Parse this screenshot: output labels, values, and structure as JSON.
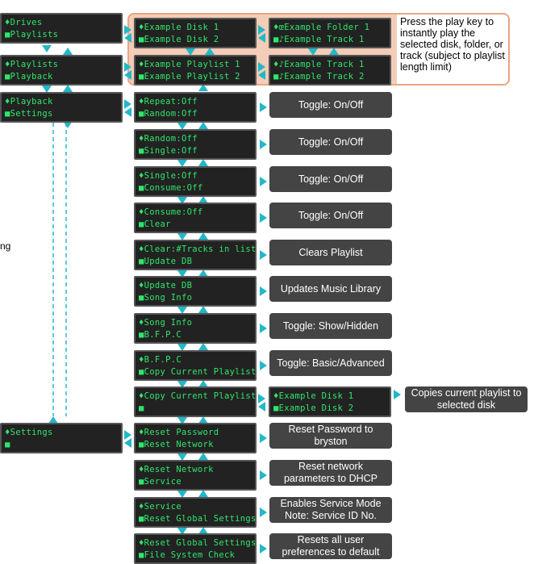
{
  "colors": {
    "lcd_text": "#2ee66b",
    "lcd_bg": "#222222",
    "arrow": "#22b8c8",
    "note_bg": "#444444",
    "callout_bg": "#f3cdb7",
    "callout_border": "#e8a585"
  },
  "left_screens": [
    {
      "l1": "♦Drives",
      "l2": "■Playlists"
    },
    {
      "l1": "♦Playlists",
      "l2": "■Playback"
    },
    {
      "l1": "♦Playback",
      "l2": "■Settings"
    },
    {
      "l1": "♦Settings",
      "l2": "■"
    }
  ],
  "center_screens": [
    {
      "l1": "♦Example Disk 1",
      "l2": "■Example Disk 2"
    },
    {
      "l1": "♦Example Playlist 1",
      "l2": "■Example Playlist 2"
    },
    {
      "l1": "♦Repeat:Off",
      "l2": "■Random:Off"
    },
    {
      "l1": "♦Random:Off",
      "l2": "■Single:Off"
    },
    {
      "l1": "♦Single:Off",
      "l2": "■Consume:Off"
    },
    {
      "l1": "♦Consume:Off",
      "l2": "■Clear"
    },
    {
      "l1": "♦Clear:#Tracks in list",
      "l2": "■Update DB"
    },
    {
      "l1": "♦Update DB",
      "l2": "■Song Info"
    },
    {
      "l1": "♦Song Info",
      "l2": "■B.F.P.C"
    },
    {
      "l1": "♦B.F.P.C",
      "l2": "■Copy Current Playlist"
    },
    {
      "l1": "♦Copy Current Playlist",
      "l2": "■"
    },
    {
      "l1": "♦Reset Password",
      "l2": "■Reset Network"
    },
    {
      "l1": "♦Reset Network",
      "l2": "■Service"
    },
    {
      "l1": "♦Service",
      "l2": "■Reset Global Settings"
    },
    {
      "l1": "♦Reset Global Settings",
      "l2": "■File System Check"
    }
  ],
  "right_screens": [
    {
      "l1": "♦œExample Folder 1",
      "l2": "■♪Example Track 1"
    },
    {
      "l1": "♦♪Example Track 1",
      "l2": "■♪Example Track 2"
    },
    {
      "l1": "♦Example Disk 1",
      "l2": "■Example Disk 2"
    }
  ],
  "notes": [
    "Toggle: On/Off",
    "Toggle: On/Off",
    "Toggle: On/Off",
    "Toggle: On/Off",
    "Clears Playlist",
    "Updates Music Library",
    "Toggle: Show/Hidden",
    "Toggle: Basic/Advanced",
    "Copies current playlist to selected disk",
    "Reset Password to bryston",
    "Reset network parameters to DHCP",
    "Enables Service Mode Note: Service ID No.",
    "Resets all user preferences to default"
  ],
  "callout_text": "Press the play key to instantly play the selected disk, folder, or track (subject to playlist length limit)",
  "edge_fragment": "ng"
}
